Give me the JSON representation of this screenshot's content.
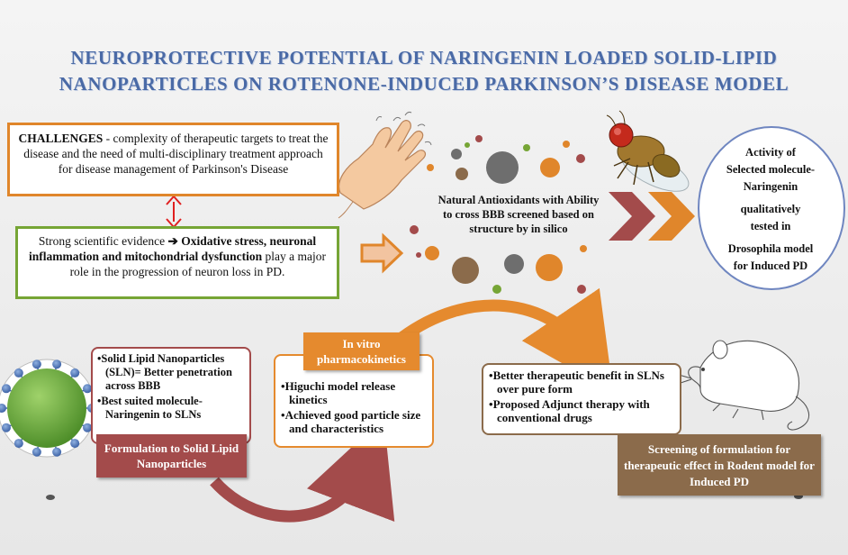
{
  "title": {
    "line1": "NEUROPROTECTIVE POTENTIAL OF NARINGENIN LOADED SOLID-LIPID",
    "line2": "NANOPARTICLES ON ROTENONE-INDUCED PARKINSON’S DISEASE MODEL"
  },
  "challenges": {
    "heading": "CHALLENGES",
    "text": " - complexity of therapeutic targets to treat the disease and the need of multi-disciplinary treatment approach for disease management of Parkinson's Disease"
  },
  "evidence": {
    "lead": "Strong scientific evidence ",
    "bold": "Oxidative stress, neuronal inflammation  and mitochondrial dysfunction",
    "tail": " play a major role in the progression  of neuron loss in PD."
  },
  "antioxidants": {
    "text": "Natural Antioxidants with Ability to cross BBB screened based on structure by in silico"
  },
  "activity": {
    "line1": "Activity  of",
    "line2": "Selected molecule-",
    "line3": "Naringenin",
    "line4": "qualitatively",
    "line5": "tested in",
    "line6": "Drosophila model",
    "line7": "for Induced PD"
  },
  "sln_box": {
    "item1": "Solid Lipid Nanoparticles (SLN)= Better penetration across BBB",
    "item2": "Best suited molecule-Naringenin to SLNs"
  },
  "formulation": {
    "label": "Formulation to Solid Lipid Nanoparticles"
  },
  "invitro": {
    "label": "In vitro pharmacokinetics"
  },
  "higuchi_box": {
    "item1": "Higuchi model release kinetics",
    "item2": "Achieved good particle size and characteristics"
  },
  "better_box": {
    "item1": "Better therapeutic benefit in SLNs over pure form",
    "item2": "Proposed Adjunct therapy with conventional drugs"
  },
  "screening": {
    "label": "Screening of formulation for therapeutic effect in Rodent model for Induced PD"
  },
  "icons": [
    "hand-icon",
    "fruit-fly-icon",
    "rat-icon",
    "nanoparticle-icon",
    "arrow-right-icon",
    "double-arrow-icon",
    "double-headed-arrow-icon",
    "curved-arrow-icon"
  ],
  "colors": {
    "title": "#4a6aa6",
    "orange": "#e0862b",
    "green": "#76a535",
    "maroon": "#a34b4b",
    "brown": "#8b6b4b",
    "blue_circle": "#6f86c0",
    "red_arrow": "#e02020"
  }
}
